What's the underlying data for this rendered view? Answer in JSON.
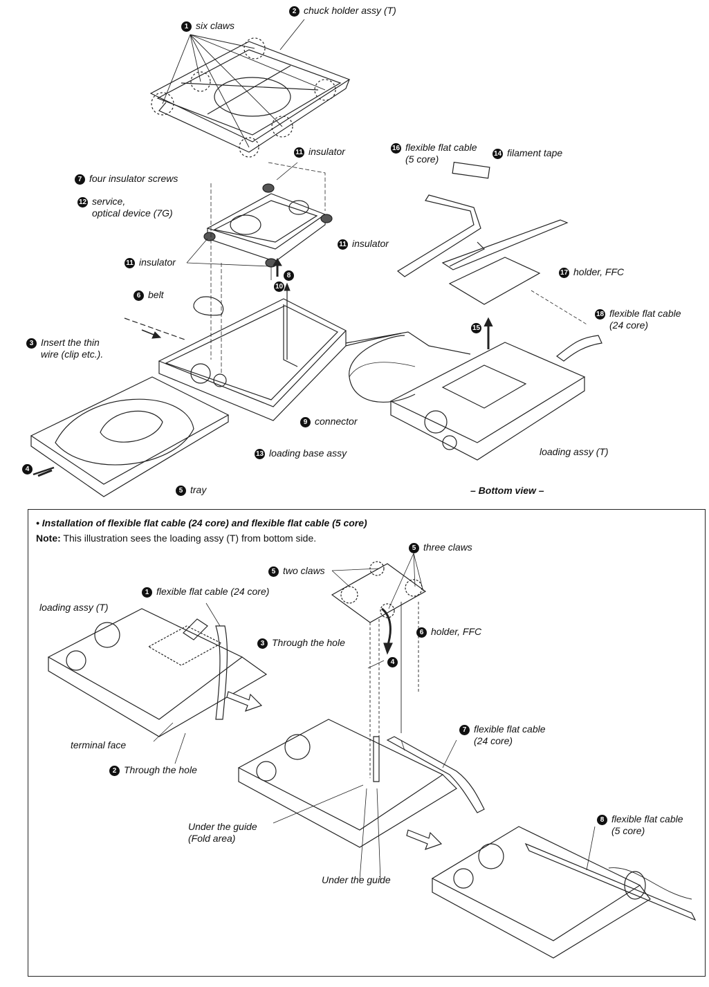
{
  "top": {
    "callouts": [
      {
        "id": "c1",
        "num": "1",
        "text": "six claws"
      },
      {
        "id": "c2",
        "num": "2",
        "text": "chuck holder assy (T)"
      },
      {
        "id": "c3",
        "num": "3",
        "text": "Insert the thin",
        "text2": "wire (clip etc.)."
      },
      {
        "id": "c5",
        "num": "5",
        "text": "tray"
      },
      {
        "id": "c6",
        "num": "6",
        "text": "belt"
      },
      {
        "id": "c7",
        "num": "7",
        "text": "four insulator screws"
      },
      {
        "id": "c9",
        "num": "9",
        "text": "connector"
      },
      {
        "id": "c11a",
        "num": "11",
        "text": "insulator"
      },
      {
        "id": "c11b",
        "num": "11",
        "text": "insulator"
      },
      {
        "id": "c11c",
        "num": "11",
        "text": "insulator"
      },
      {
        "id": "c12",
        "num": "12",
        "text": "service,",
        "text2": "optical device (7G)"
      },
      {
        "id": "c13",
        "num": "13",
        "text": "loading base assy"
      },
      {
        "id": "c14",
        "num": "14",
        "text": "filament tape"
      },
      {
        "id": "c16",
        "num": "16",
        "text": "flexible flat cable",
        "text2": "(5 core)"
      },
      {
        "id": "c17",
        "num": "17",
        "text": "holder, FFC"
      },
      {
        "id": "c18",
        "num": "18",
        "text": "flexible flat cable",
        "text2": "(24 core)"
      },
      {
        "id": "cLA",
        "num": "",
        "text": "loading assy (T)"
      }
    ],
    "step_marks": [
      {
        "id": "m4",
        "num": "4"
      },
      {
        "id": "m8",
        "num": "8"
      },
      {
        "id": "m10",
        "num": "10"
      },
      {
        "id": "m15",
        "num": "15"
      }
    ],
    "bottom_view": "– Bottom view –"
  },
  "inset": {
    "title": "• Installation of flexible flat cable (24 core) and flexible flat cable (5 core)",
    "note_label": "Note:",
    "note_text": "This illustration sees the loading assy (T) from bottom side.",
    "callouts": [
      {
        "id": "i1",
        "num": "1",
        "text": "flexible flat cable (24 core)"
      },
      {
        "id": "i2",
        "num": "2",
        "text": "Through the hole"
      },
      {
        "id": "i3",
        "num": "3",
        "text": "Through the hole"
      },
      {
        "id": "i5a",
        "num": "5",
        "text": "two claws"
      },
      {
        "id": "i5b",
        "num": "5",
        "text": "three claws"
      },
      {
        "id": "i6",
        "num": "6",
        "text": "holder, FFC"
      },
      {
        "id": "i7",
        "num": "7",
        "text": "flexible flat cable",
        "text2": "(24 core)"
      },
      {
        "id": "i8",
        "num": "8",
        "text": "flexible flat cable",
        "text2": "(5 core)"
      },
      {
        "id": "iLA",
        "num": "",
        "text": "loading assy (T)"
      },
      {
        "id": "iTF",
        "num": "",
        "text": "terminal face"
      },
      {
        "id": "iUG1",
        "num": "",
        "text": "Under the guide",
        "text2": "(Fold area)"
      },
      {
        "id": "iUG2",
        "num": "",
        "text": "Under the guide"
      }
    ],
    "step_marks": [
      {
        "id": "im4",
        "num": "4"
      }
    ]
  }
}
